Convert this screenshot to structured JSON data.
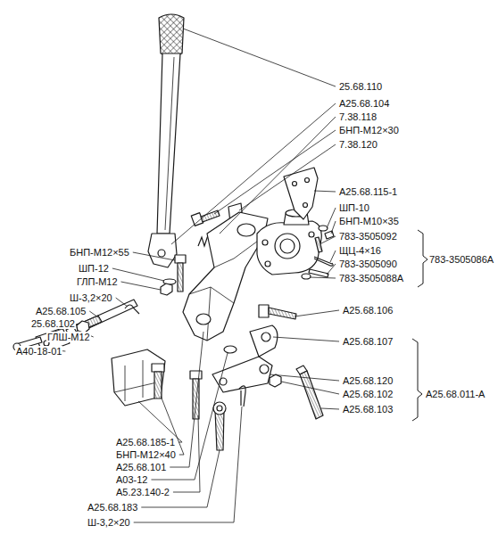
{
  "diagram": {
    "labels": [
      "25.68.110",
      "А25.68.104",
      "7.38.118",
      "БНП-М12×30",
      "7.38.120",
      "А25.68.115-1",
      "ШП-10",
      "БНП-М10×35",
      "783-3505092",
      "ЩЦ-4×16",
      "783-3505090",
      "783-3505088А",
      "783-3505086А",
      "БНП-М12×55",
      "ШП-12",
      "ГЛП-М12",
      "Ш-3,2×20",
      "А25.68.105",
      "25.68.102",
      "ГЛШ-М12",
      "А40-18-01",
      "А25.68.106",
      "А25.68.107",
      "А25.68.120",
      "А25.68.102",
      "А25.68.103",
      "А25.68.011-А",
      "А25.68.185-1",
      "БНП-М12×40",
      "А25.68.101",
      "А03-12",
      "А5.23.140-2",
      "А25.68.183",
      "Ш-3,2×20"
    ]
  }
}
